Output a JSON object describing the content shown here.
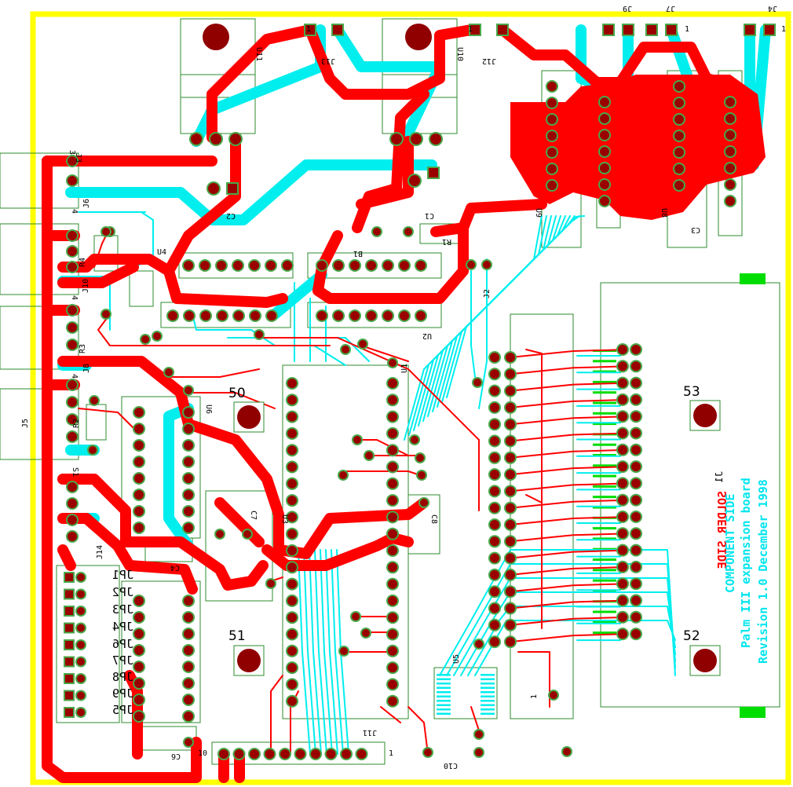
{
  "board": {
    "lines": [
      "J1",
      "SOLDER SIDE",
      "COMPONENT SIDE",
      "Palm III expansion board",
      "Revision 1.0 December 1998"
    ],
    "colors": {
      "outline": "#ffff00",
      "top_copper": "#ff0000",
      "bottom_copper": "#00eeee",
      "silkscreen": "#000000",
      "pads": "#9a0000",
      "pad_ring": "#4aa84a",
      "gold_fingers": "#00dd00"
    }
  },
  "mounting_holes": [
    {
      "label": "50"
    },
    {
      "label": "51"
    },
    {
      "label": "52"
    },
    {
      "label": "53"
    }
  ],
  "silk_labels": {
    "u1": "U1",
    "u2": "U2",
    "u3": "U3",
    "u4": "U4",
    "u5": "U5",
    "u6": "U6",
    "u8": "U8",
    "u9": "U9",
    "u10": "U10",
    "u11": "U11",
    "c1": "C1",
    "c2": "C2",
    "c3": "C3",
    "c4": "C4",
    "c6": "C6",
    "c7": "C7",
    "c8": "C8",
    "c10": "C10",
    "r1": "R1",
    "r2": "R2",
    "r3": "R3",
    "r4": "R4",
    "j2": "J2",
    "j3": "J3",
    "j4": "J4",
    "j5": "J5",
    "j6": "J6",
    "j7": "J7",
    "j8": "J8",
    "j9": "J9",
    "j10": "J10",
    "j11": "J11",
    "j12": "J12",
    "j13": "J13",
    "j14": "J14",
    "s1": "S1",
    "b1": "B1",
    "jp1": "JP1",
    "jp2": "JP2",
    "jp3": "JP3",
    "jp4": "JP4",
    "jp5": "JP5",
    "jp6": "JP6",
    "jp7": "JP7",
    "jp8": "JP8",
    "jp9": "JP9",
    "pin1": "1",
    "pin3": "3",
    "pin4": "4",
    "pin10": "10"
  }
}
